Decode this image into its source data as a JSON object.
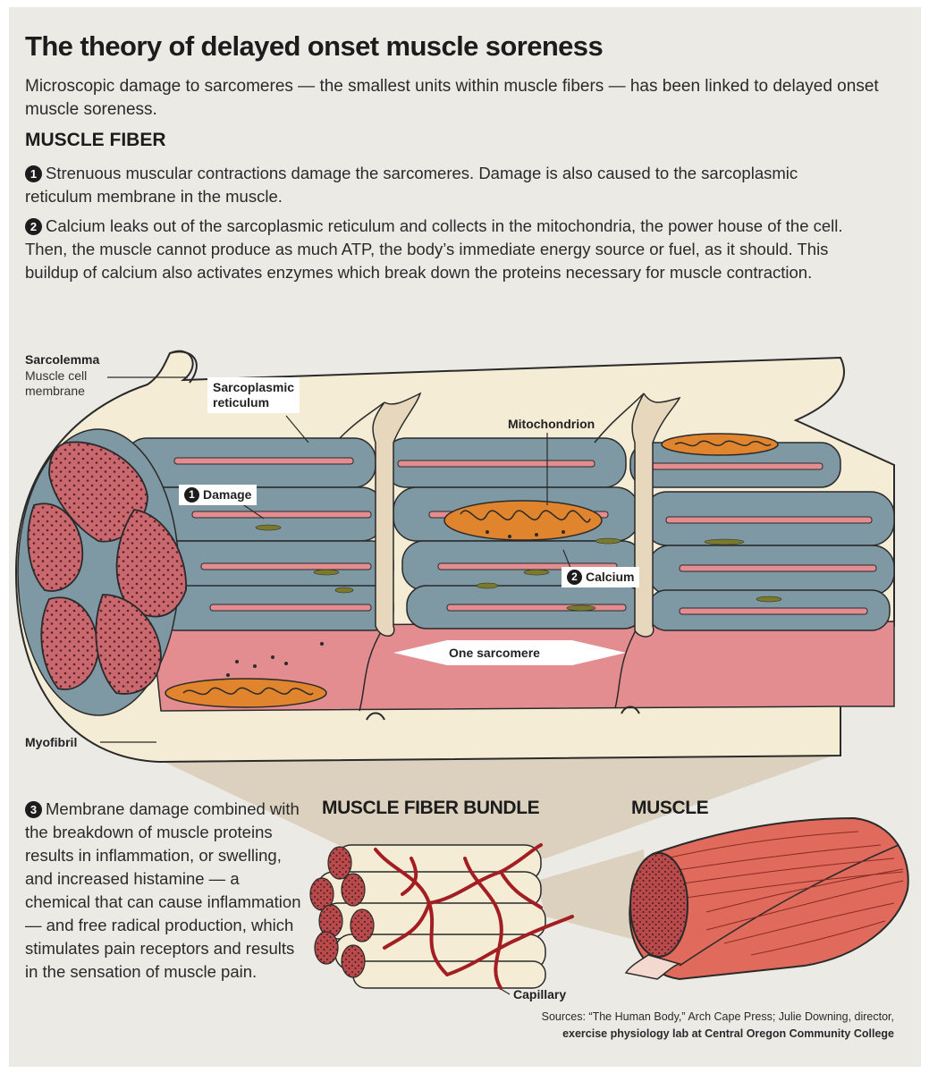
{
  "title": "The theory of delayed onset muscle soreness",
  "subtitle": "Microscopic damage to sarcomeres — the smallest units within muscle fibers — has been linked to delayed onset muscle soreness.",
  "section_heading": "MUSCLE FIBER",
  "steps": [
    {
      "number": "1",
      "text": "Strenuous muscular contractions damage the sarcomeres. Damage is also caused to the sarcoplasmic reticulum membrane in the muscle."
    },
    {
      "number": "2",
      "text": "Calcium leaks out of the sarcoplasmic reticulum and collects in the mitochondria, the power house of the cell. Then, the muscle cannot produce as much ATP, the body’s immediate energy source or fuel, as it should. This buildup of calcium also activates enzymes which break down the proteins necessary for muscle contraction."
    },
    {
      "number": "3",
      "text": "Membrane damage combined with the breakdown of muscle proteins results in inflammation, or swelling, and increased histamine — a chemical that can cause inflammation — and free radical production, which stimulates pain receptors and results in the sensation of muscle pain."
    }
  ],
  "diagram_labels": {
    "sarcolemma": "Sarcolemma",
    "sarcolemma_desc_1": "Muscle cell",
    "sarcolemma_desc_2": "membrane",
    "sarcoplasmic_1": "Sarcoplasmic",
    "sarcoplasmic_2": "reticulum",
    "mitochondrion": "Mitochondrion",
    "damage_num": "1",
    "damage": "Damage",
    "calcium_num": "2",
    "calcium": "Calcium",
    "sarcomere": "One sarcomere",
    "myofibril": "Myofibril",
    "bundle_heading": "MUSCLE FIBER BUNDLE",
    "muscle_heading": "MUSCLE",
    "capillary": "Capillary"
  },
  "sources_line1": "Sources: “The Human Body,” Arch Cape Press; Julie Downing, director,",
  "sources_line2": "exercise physiology lab at Central Oregon Community College",
  "colors": {
    "background": "#eceae5",
    "membrane": "#f5ecd5",
    "myofibril_blue": "#7e99a4",
    "sarcomere_pink": "#e48d90",
    "mitochondria_orange": "#e0842e",
    "cross_section": "#c9686e",
    "capillary_red": "#a31e22"
  }
}
